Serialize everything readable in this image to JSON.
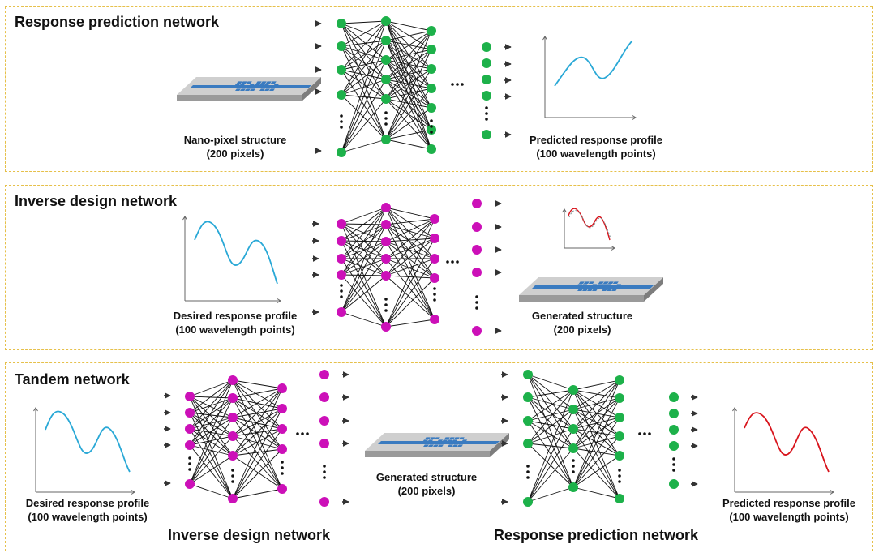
{
  "panels": {
    "response": {
      "title": "Response prediction network",
      "input_caption": [
        "Nano-pixel structure",
        "(200 pixels)"
      ],
      "output_caption": [
        "Predicted response profile",
        "(100 wavelength points)"
      ]
    },
    "inverse": {
      "title": "Inverse design network",
      "input_caption": [
        "Desired response profile",
        "(100 wavelength points)"
      ],
      "output_caption": [
        "Generated structure",
        "(200 pixels)"
      ]
    },
    "tandem": {
      "title": "Tandem network",
      "input_caption": [
        "Desired response profile",
        "(100 wavelength points)"
      ],
      "middle_caption": [
        "Generated structure",
        "(200 pixels)"
      ],
      "output_caption": [
        "Predicted response profile",
        "(100 wavelength points)"
      ],
      "left_subnet_label": "Inverse design network",
      "right_subnet_label": "Response prediction network"
    }
  },
  "colors": {
    "panel_border": "#e6c04a",
    "forward_node": "#1db14a",
    "inverse_node": "#cc10b8",
    "curve_blue": "#29a8d6",
    "curve_red": "#d8141c",
    "chip_blue": "#3a7bc0",
    "chip_gray": "#cfcfcf"
  },
  "ellipsis": "•••"
}
